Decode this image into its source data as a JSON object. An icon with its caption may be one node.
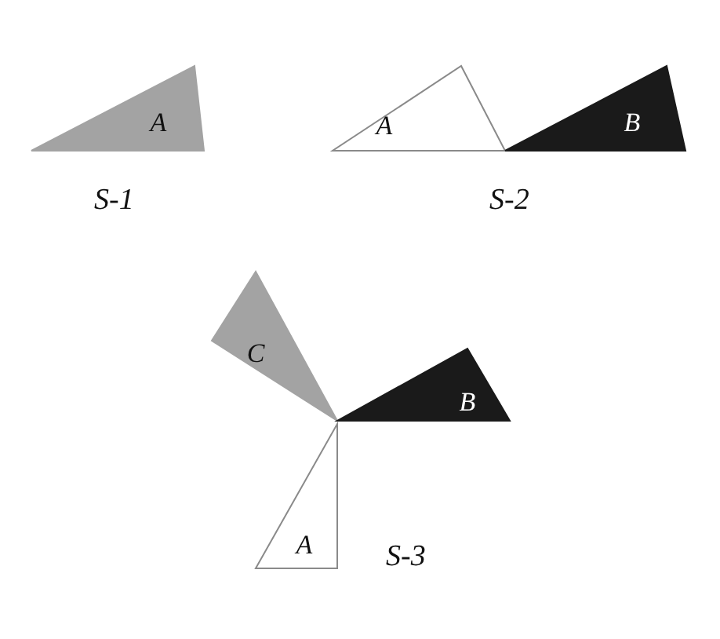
{
  "diagram": {
    "nodes": [
      {
        "text": [
          "A"
        ]
      },
      {
        "text": [
          "A"
        ]
      },
      {
        "text": [
          "B"
        ]
      },
      {
        "text": [
          "C"
        ]
      },
      {
        "text": [
          "B"
        ]
      },
      {
        "text": [
          "A"
        ]
      }
    ],
    "labels": [
      "S-1",
      "S-2",
      "S-3"
    ]
  }
}
